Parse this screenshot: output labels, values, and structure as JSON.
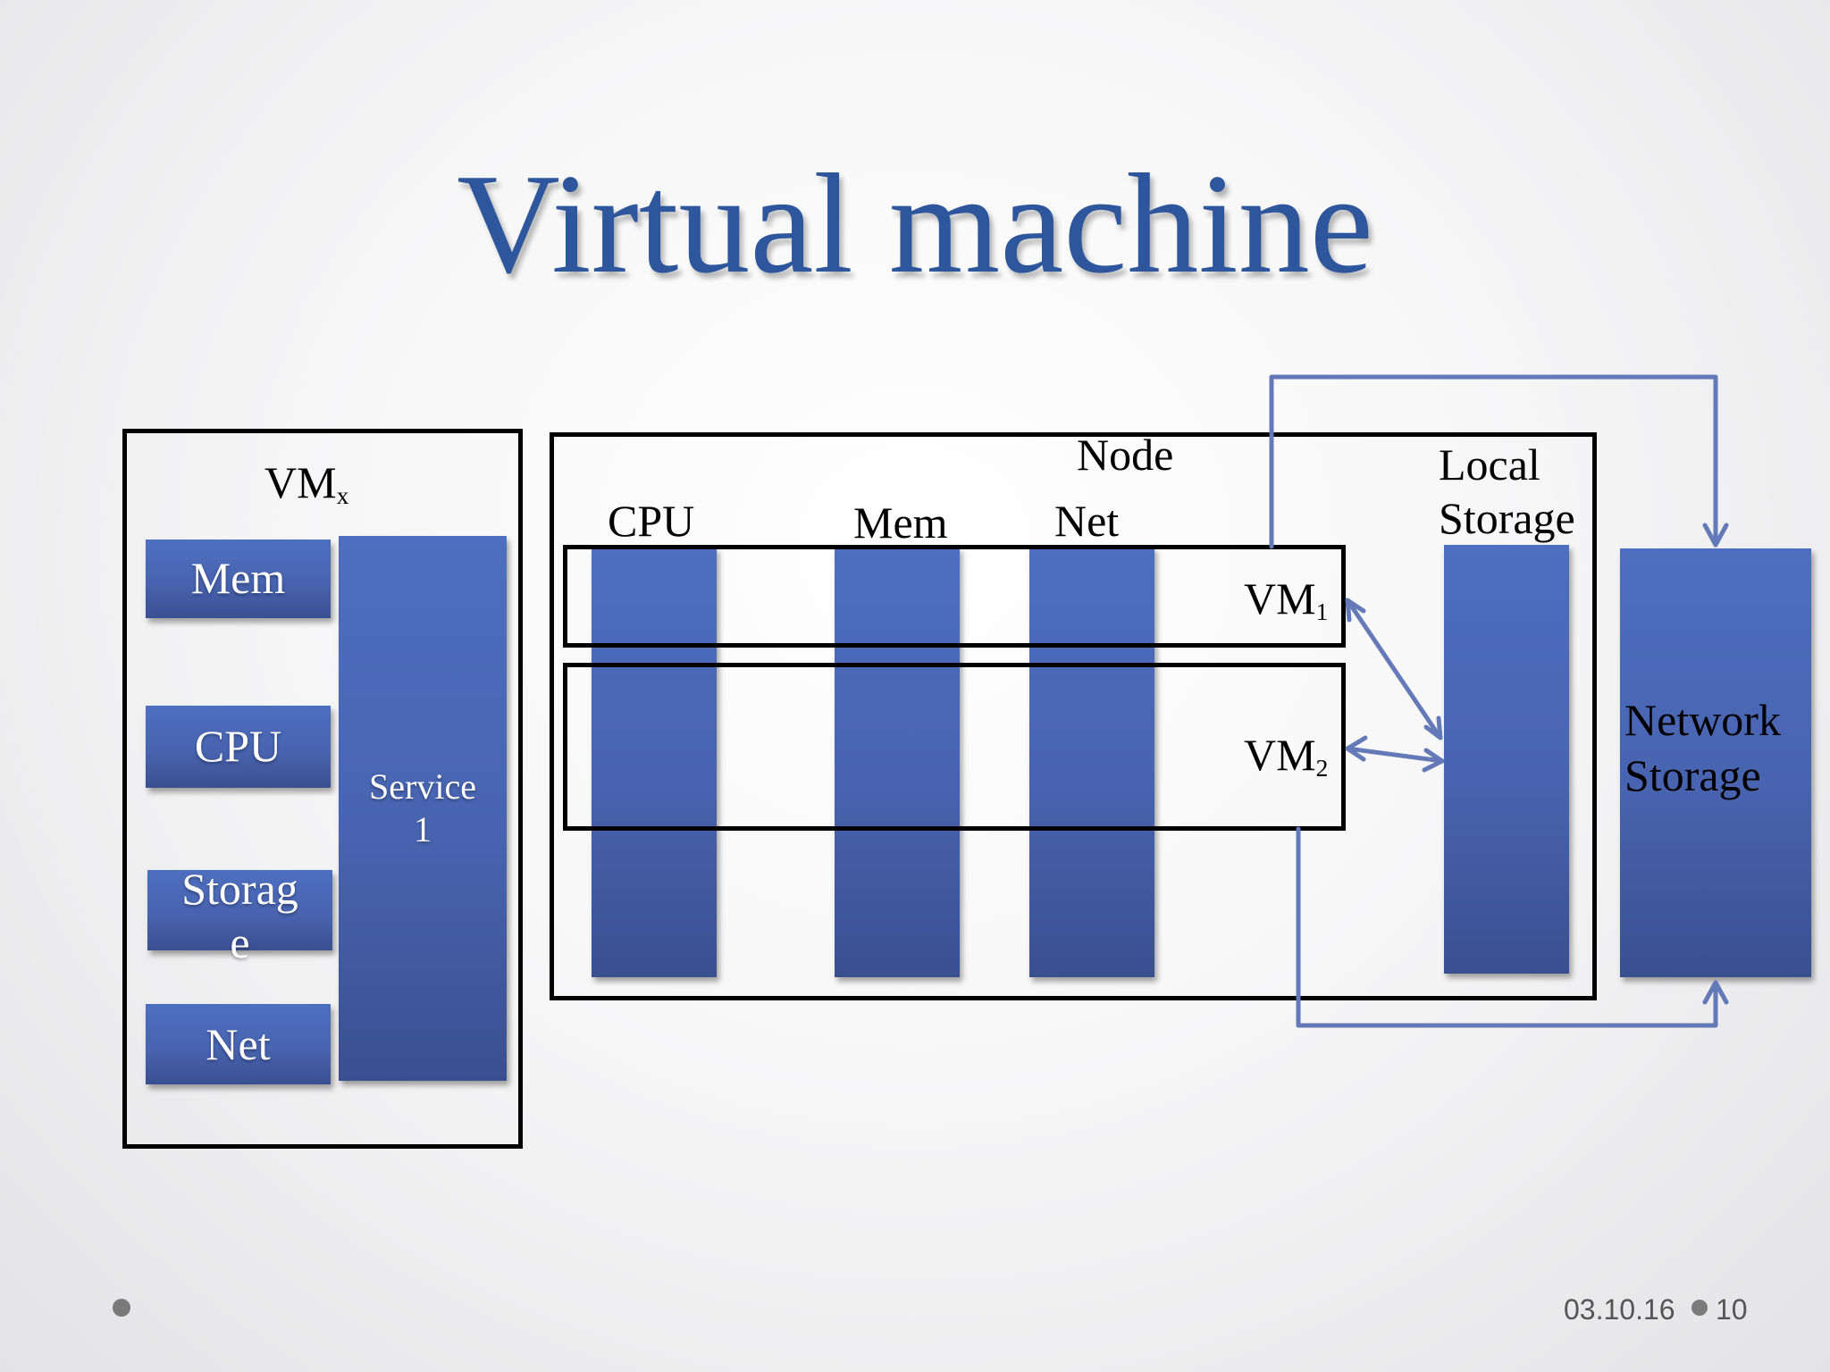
{
  "title": "Virtual machine",
  "vmx": {
    "label": "VM",
    "label_sub": "x",
    "components": {
      "mem": "Mem",
      "cpu": "CPU",
      "storage": "Storag\ne",
      "net": "Net"
    },
    "service": "Service\n1"
  },
  "node": {
    "label": "Node",
    "columns": {
      "cpu": "CPU",
      "mem": "Mem",
      "net": "Net"
    },
    "local_storage": "Local\nStorage",
    "vm1": {
      "label": "VM",
      "sub": "1"
    },
    "vm2": {
      "label": "VM",
      "sub": "2"
    }
  },
  "network_storage": "Network\nStorage",
  "footer": {
    "date": "03.10.16",
    "page": "10"
  },
  "colors": {
    "title": "#2e569c",
    "bar": "#4a66b4",
    "arrow": "#6479b8"
  }
}
